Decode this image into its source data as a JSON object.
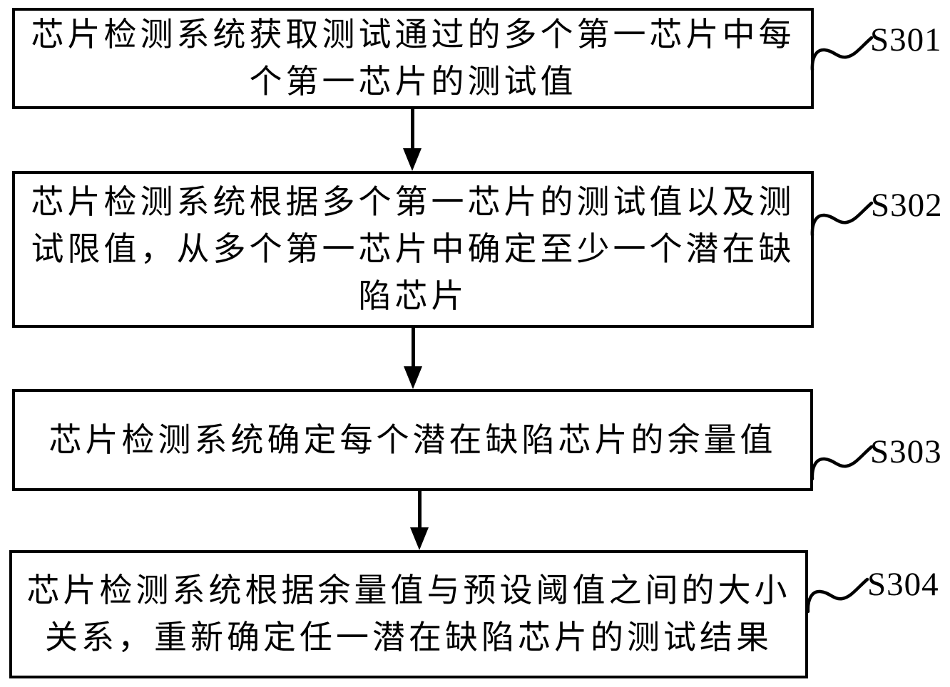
{
  "figure": {
    "type": "flowchart",
    "background_color": "#ffffff",
    "ink_color": "#000000",
    "steps": [
      {
        "label": "S301",
        "text": "芯片检测系统获取测试通过的多个第一芯片中每个第一芯片的测试值",
        "lines": [
          "芯片检测系统获取测试通过的多个第一芯片中每",
          "个第一芯片的测试值"
        ]
      },
      {
        "label": "S302",
        "text": "芯片检测系统根据多个第一芯片的测试值以及测试限值，从多个第一芯片中确定至少一个潜在缺陷芯片",
        "lines": [
          "芯片检测系统根据多个第一芯片的测试值以及测",
          "试限值，从多个第一芯片中确定至少一个潜在缺",
          "陷芯片"
        ]
      },
      {
        "label": "S303",
        "text": "芯片检测系统确定每个潜在缺陷芯片的余量值",
        "lines": [
          "芯片检测系统确定每个潜在缺陷芯片的余量值"
        ]
      },
      {
        "label": "S304",
        "text": "芯片检测系统根据余量值与预设阈值之间的大小关系，重新确定任一潜在缺陷芯片的测试结果",
        "lines": [
          "芯片检测系统根据余量值与预设阈值之间的大小",
          "关系，重新确定任一潜在缺陷芯片的测试结果"
        ]
      }
    ]
  }
}
